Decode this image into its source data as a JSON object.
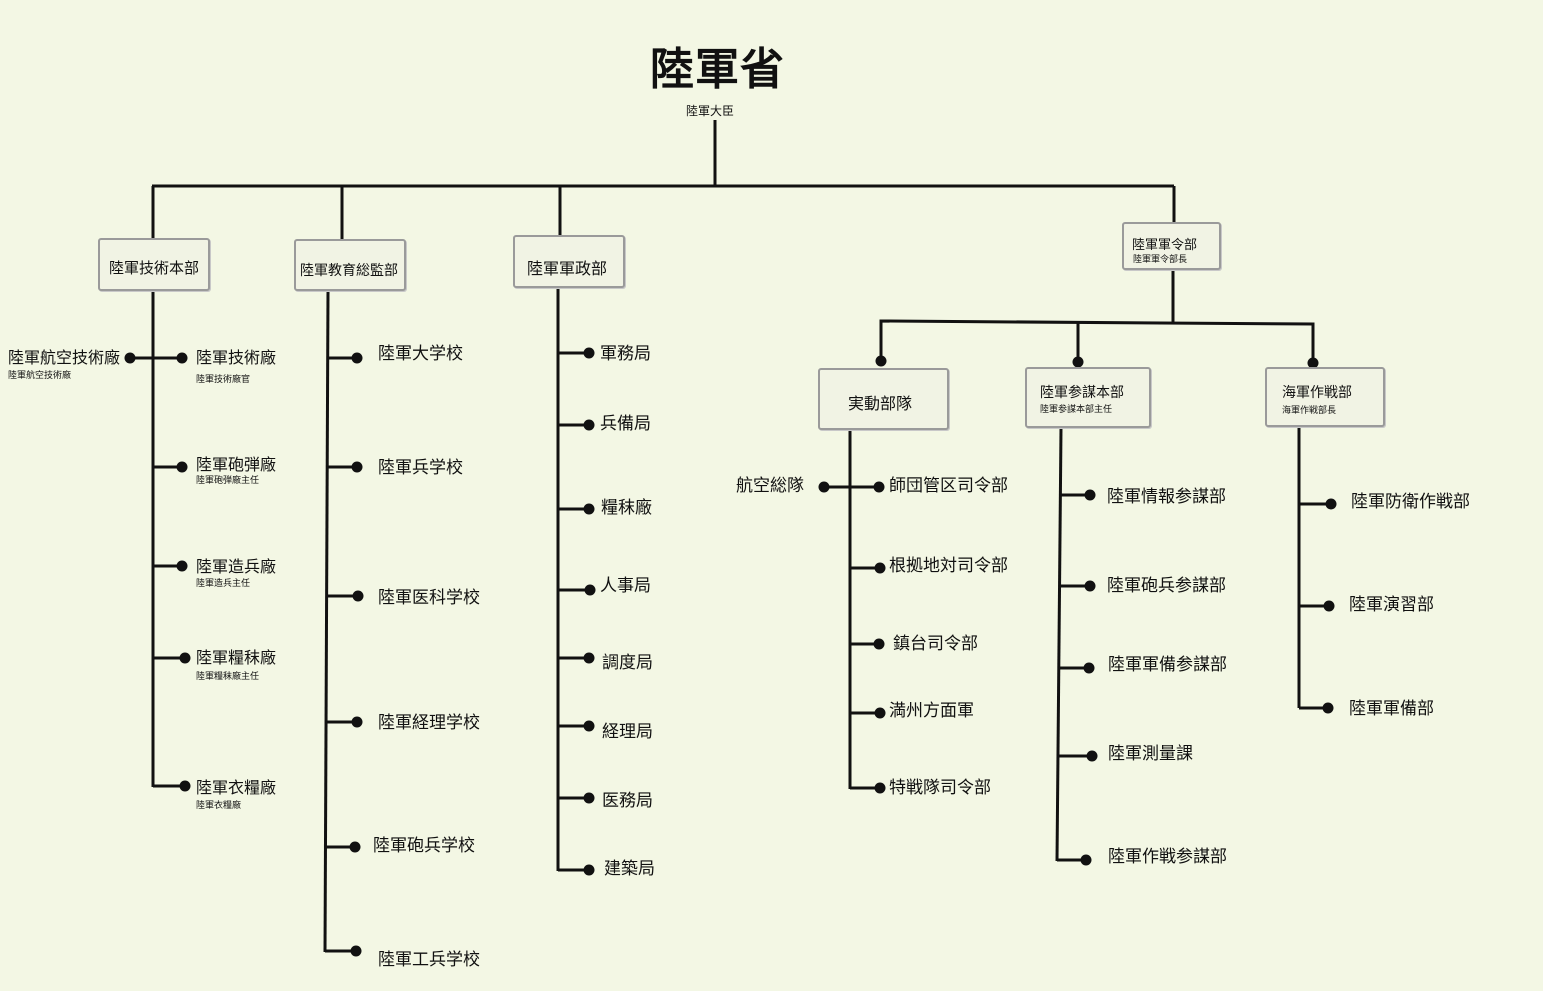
{
  "ministry": {
    "title": "陸軍省",
    "subtitle": "陸軍大臣"
  },
  "tech_hq": {
    "label": "陸軍技術本部",
    "aviation": {
      "label": "陸軍航空技術廠",
      "sub": "陸軍航空技術廠"
    },
    "items": [
      {
        "label": "陸軍技術廠",
        "sub": "陸軍技術廠官"
      },
      {
        "label": "陸軍砲弾廠",
        "sub": "陸軍砲弾廠主任"
      },
      {
        "label": "陸軍造兵廠",
        "sub": "陸軍造兵主任"
      },
      {
        "label": "陸軍糧秣廠",
        "sub": "陸軍糧秣廠主任"
      },
      {
        "label": "陸軍衣糧廠",
        "sub": "陸軍衣糧廠"
      }
    ]
  },
  "education": {
    "label": "陸軍教育総監部",
    "items": [
      "陸軍大学校",
      "陸軍兵学校",
      "陸軍医科学校",
      "陸軍経理学校",
      "陸軍砲兵学校",
      "陸軍工兵学校"
    ]
  },
  "admin": {
    "label": "陸軍軍政部",
    "items": [
      "軍務局",
      "兵備局",
      "糧秣廠",
      "人事局",
      "調度局",
      "経理局",
      "医務局",
      "建築局"
    ]
  },
  "command": {
    "label": "陸軍軍令部",
    "sub": "陸軍軍令部長",
    "field": {
      "label": "実動部隊",
      "aviation": "航空総隊",
      "items": [
        "師団管区司令部",
        "根拠地対司令部",
        "鎮台司令部",
        "満州方面軍",
        "特戦隊司令部"
      ]
    },
    "staff": {
      "label": "陸軍参謀本部",
      "sub": "陸軍参謀本部主任",
      "items": [
        "陸軍情報参謀部",
        "陸軍砲兵参謀部",
        "陸軍軍備参謀部",
        "陸軍測量課",
        "陸軍作戦参謀部"
      ]
    },
    "naval": {
      "label": "海軍作戦部",
      "sub": "海軍作戦部長",
      "items": [
        "陸軍防衛作戦部",
        "陸軍演習部",
        "陸軍軍備部"
      ]
    }
  }
}
